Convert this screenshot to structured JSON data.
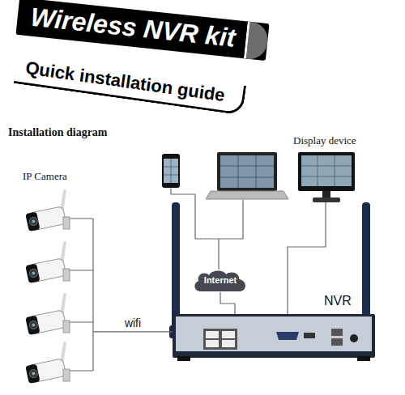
{
  "diagram": {
    "title": "Wireless NVR kit",
    "nodes": [
      {
        "text": [
          "IP Camera"
        ]
      },
      {
        "text": [
          "Display device"
        ]
      },
      {
        "text": [
          "Internet"
        ]
      },
      {
        "text": [
          "NVR"
        ]
      }
    ],
    "edges": [
      {
        "from": 0,
        "to": 3,
        "label": "wifi",
        "arrow": "none"
      },
      {
        "from": 2,
        "to": 3,
        "arrow": "none"
      },
      {
        "from": 1,
        "to": 3,
        "arrow": "none"
      }
    ],
    "labels": [
      "Quick installation guide",
      "Installation diagram"
    ]
  }
}
